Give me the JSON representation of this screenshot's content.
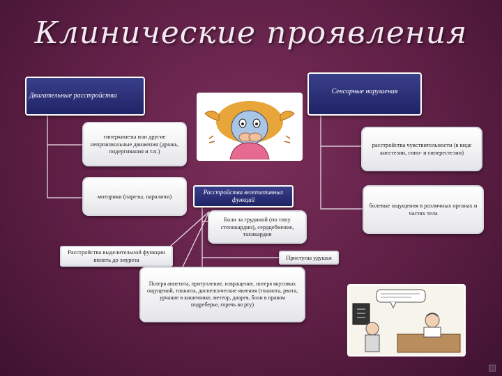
{
  "title": "Клинические проявления",
  "nodes": {
    "motor_header": "Двигательные расстройства",
    "sensory_header": "Сенсорные нарушения",
    "hyperkinesis": "гиперкинезы или другие непроизвольные движения (дрожь, подергивания и т.п.)",
    "paresis": "моторики (парезы, параличи)",
    "vegetative_header": "Расстройства вегетативных функций",
    "chest_pain": "Боли за грудиной (по типу стенокардии), сердцебиение, тахикардия",
    "excretory": "Расстройства выделительной функции вплоть до энуреза",
    "suffocation": "Приступы удушья",
    "appetite": "Потеря аппетита, притупление, извращение, потеря вкусовых ощущений, тошнота, диспепсические явления (тошнота, рвота, урчание в кишечнике, метеор, диарея, боли в правом подреберье, горечь во рту)",
    "sensitivity": "расстройства чувствительности (в виде анестезии, гипо- и гиперестезии)",
    "body_pain": "болевые ощущения в различных органах и частях тела"
  },
  "pictures": {
    "child_icon": "scared-child-icon",
    "doctor_icon": "doctor-patient-cartoon-icon"
  },
  "colors": {
    "accent_dark": "#1f2466",
    "background": "#5e1f45"
  }
}
